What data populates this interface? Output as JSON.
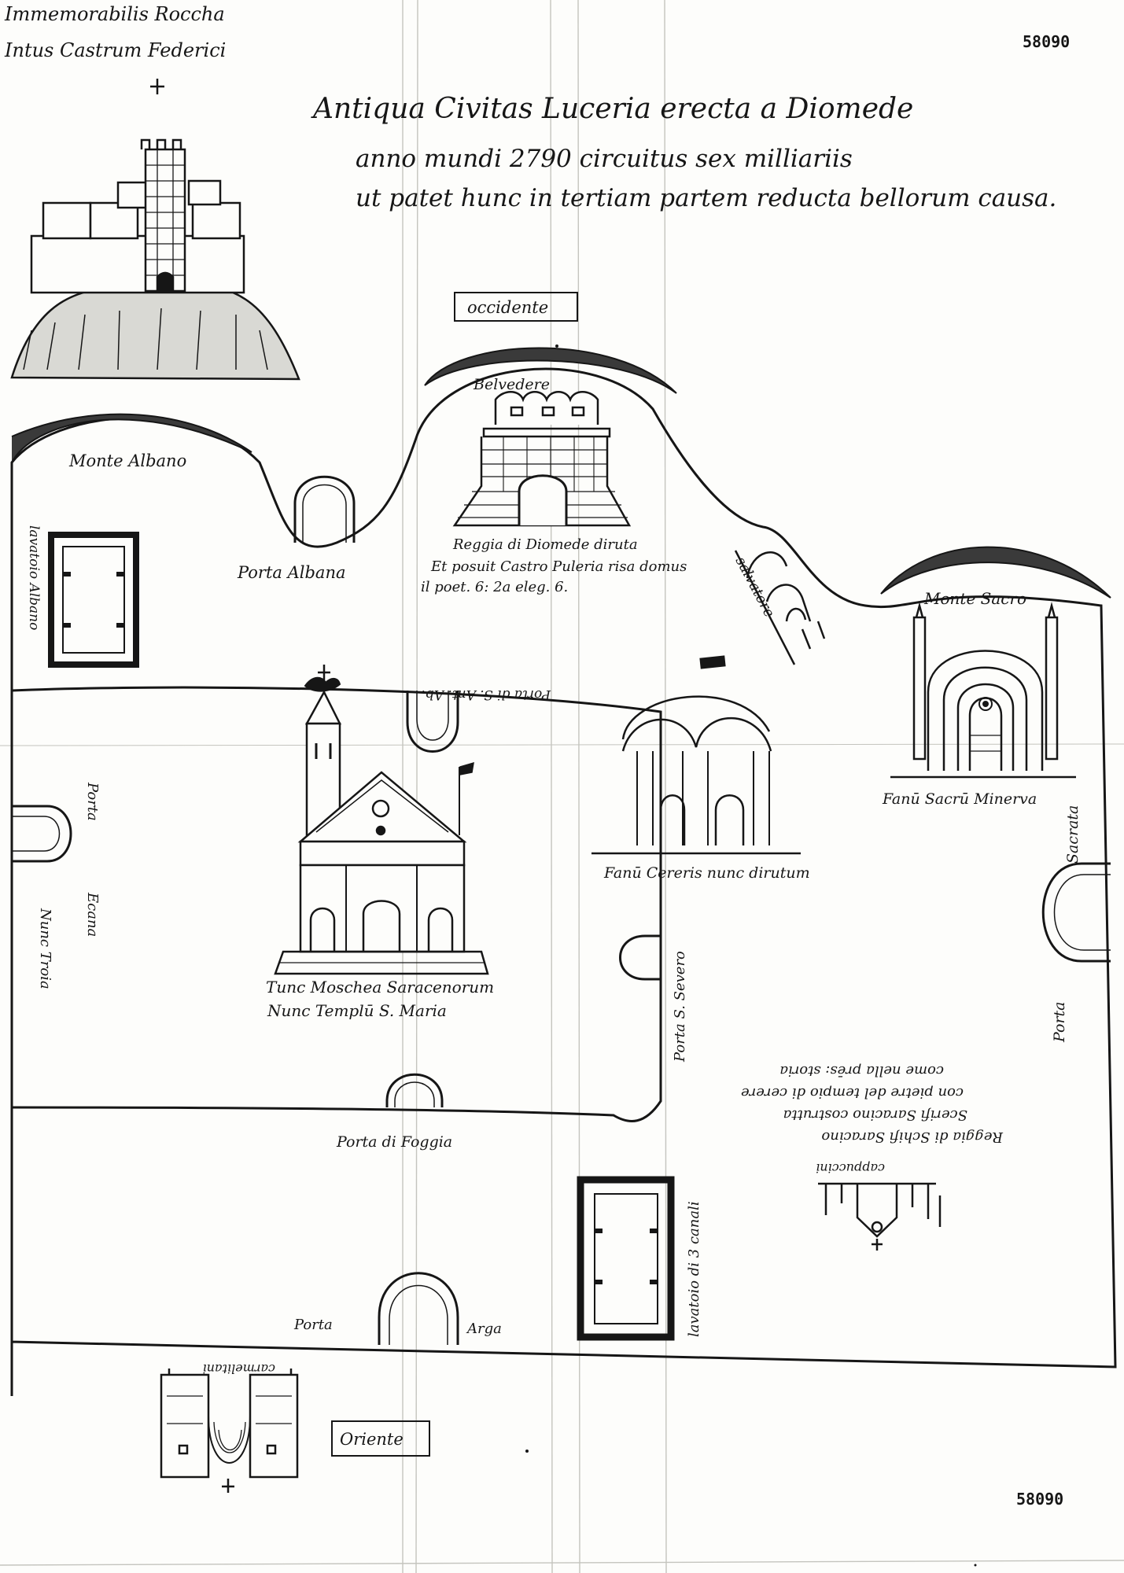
{
  "archive_numbers": {
    "top": "58090",
    "bottom": "58090"
  },
  "corner_note": {
    "line1": "Immemorabilis Roccha",
    "line2": "Intus Castrum Federici"
  },
  "title": {
    "line1": "Antiqua Civitas Luceria erecta a Diomede",
    "line2": "anno mundi 2790 circuitus sex milliariis",
    "line3": "ut patet hunc in tertiam partem reducta bellorum causa."
  },
  "labels": {
    "occidente": "occidente",
    "oriente": "Oriente",
    "belvedere": "Belvedere",
    "monte_albano": "Monte Albano",
    "monte_sacro": "Monte Sacro",
    "porta_albana": "Porta Albana",
    "reggia_diomede_1": "Reggia di Diomede diruta",
    "reggia_diomede_2": "Et posuit Castro Puleria risa domus",
    "reggia_diomede_3": "il poet. 6: 2a eleg. 6.",
    "salvatore": "salvatore",
    "lavatoio_albano": "lavatoio Albano",
    "porta_s_antonio": "Porta di S. Ant. Ab.",
    "fanu_cereris": "Fanū Cereris nunc dirutum",
    "fanu_minerva": "Fanū Sacrū Minerva",
    "sacrata": "Sacrata",
    "porta_left": "Porta",
    "ecana": "Ecana",
    "nunc_troia": "Nunc Troia",
    "moschea_1": "Tunc Moschea Saracenorum",
    "moschea_2": "Nunc Templū S. Maria",
    "porta_s_severo": "Porta S. Severo",
    "porta_right": "Porta",
    "reggia_schifi_1": "Reggia di Schifi Saracino",
    "reggia_schifi_2": "Scerifi Saracino costrutta",
    "reggia_schifi_3": "con pietre del tempio di cerere",
    "reggia_schifi_4": "come nella prēs: storia",
    "cappuccini": "cappuccini",
    "porta_foggia": "Porta di Foggia",
    "lavatoio_canali": "lavatoio di 3 canali",
    "porta_bottom": "Porta",
    "arga": "Arga",
    "carmelitani": "carmelitani"
  },
  "colors": {
    "ink": "#161616",
    "paper": "#fdfdfb",
    "fold": "#bdbdb8"
  },
  "icons": [
    "castle-tower-icon",
    "cross-icon",
    "bird-weathervane-icon",
    "flag-icon",
    "rose-window-icon"
  ]
}
